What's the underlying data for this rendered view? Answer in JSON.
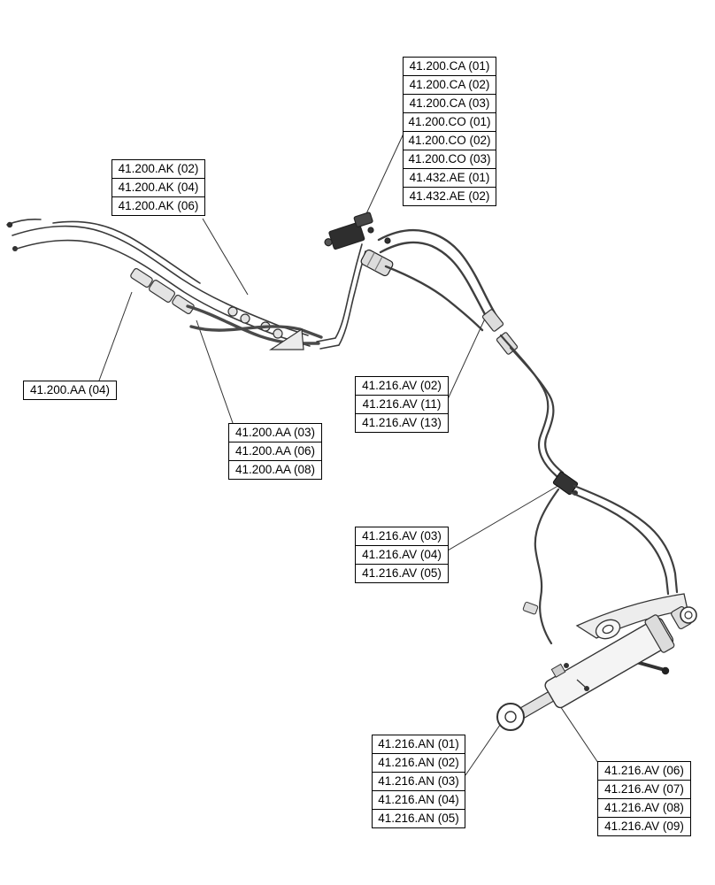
{
  "style": {
    "background": "#ffffff",
    "ink": "#000000",
    "line_color": "#3a3a3a"
  },
  "figure": {
    "description": "Hydraulic steering lines and cylinder parts diagram with callout reference labels"
  },
  "label_groups": [
    {
      "name": "41.200.CA / 41.200.CO / 41.432.AE",
      "items": [
        "41.200.CA (01)",
        "41.200.CA (02)",
        "41.200.CA (03)",
        "41.200.CO (01)",
        "41.200.CO (02)",
        "41.200.CO (03)",
        "41.432.AE (01)",
        "41.432.AE (02)"
      ]
    },
    {
      "name": "41.200.AK",
      "items": [
        "41.200.AK (02)",
        "41.200.AK (04)",
        "41.200.AK (06)"
      ]
    },
    {
      "name": "41.200.AA (04)",
      "items": [
        "41.200.AA (04)"
      ]
    },
    {
      "name": "41.200.AA",
      "items": [
        "41.200.AA (03)",
        "41.200.AA (06)",
        "41.200.AA (08)"
      ]
    },
    {
      "name": "41.216.AV upper",
      "items": [
        "41.216.AV (02)",
        "41.216.AV (11)",
        "41.216.AV (13)"
      ]
    },
    {
      "name": "41.216.AV mid",
      "items": [
        "41.216.AV (03)",
        "41.216.AV (04)",
        "41.216.AV (05)"
      ]
    },
    {
      "name": "41.216.AN",
      "items": [
        "41.216.AN (01)",
        "41.216.AN (02)",
        "41.216.AN (03)",
        "41.216.AN (04)",
        "41.216.AN (05)"
      ]
    },
    {
      "name": "41.216.AV lower",
      "items": [
        "41.216.AV (06)",
        "41.216.AV (07)",
        "41.216.AV (08)",
        "41.216.AV (09)"
      ]
    }
  ]
}
